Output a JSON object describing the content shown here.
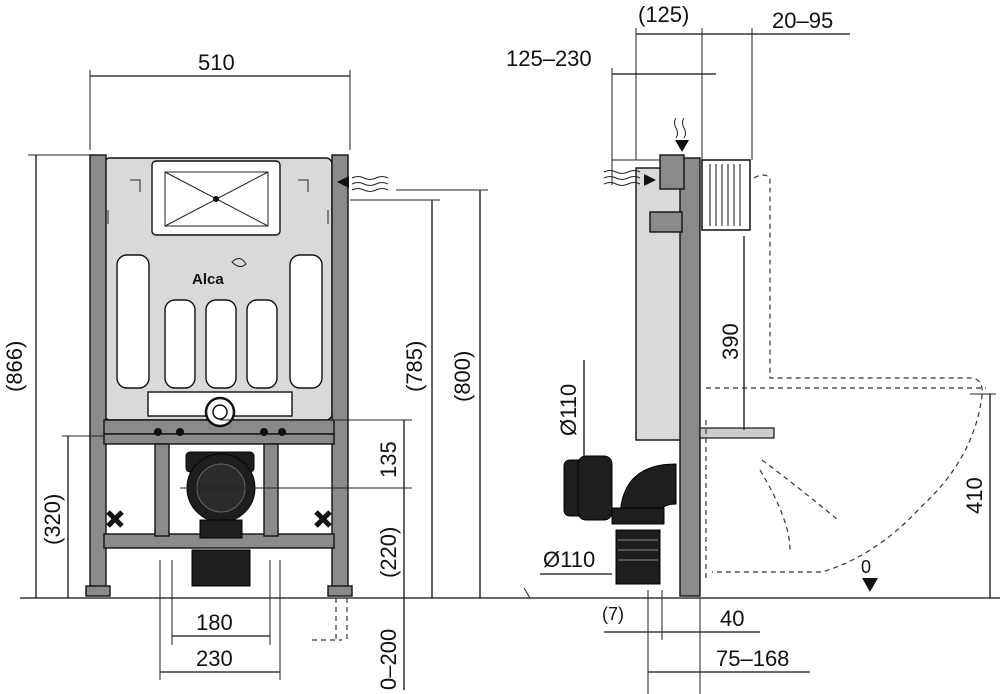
{
  "brand": {
    "logo_text": "Alca"
  },
  "front_view": {
    "dims": {
      "width_total": "510",
      "height_866": "(866)",
      "height_785": "(785)",
      "height_800": "(800)",
      "height_320": "(320)",
      "spacing_135": "135",
      "height_220": "(220)",
      "range_0_200": "0–200",
      "width_180": "180",
      "width_230": "230"
    }
  },
  "side_view": {
    "dims": {
      "depth_125": "(125)",
      "range_20_95": "20–95",
      "range_125_230": "125–230",
      "height_390": "390",
      "pipe_110_top": "Ø110",
      "pipe_110_bottom": "Ø110",
      "gap_7": "(7)",
      "offset_40": "40",
      "range_75_168": "75–168",
      "height_410": "410",
      "floor_zero": "0"
    }
  },
  "colors": {
    "line": "#111111",
    "frame": "#8a8a8a",
    "tank": "#d9d9d9",
    "pipe": "#1e1e1e"
  }
}
